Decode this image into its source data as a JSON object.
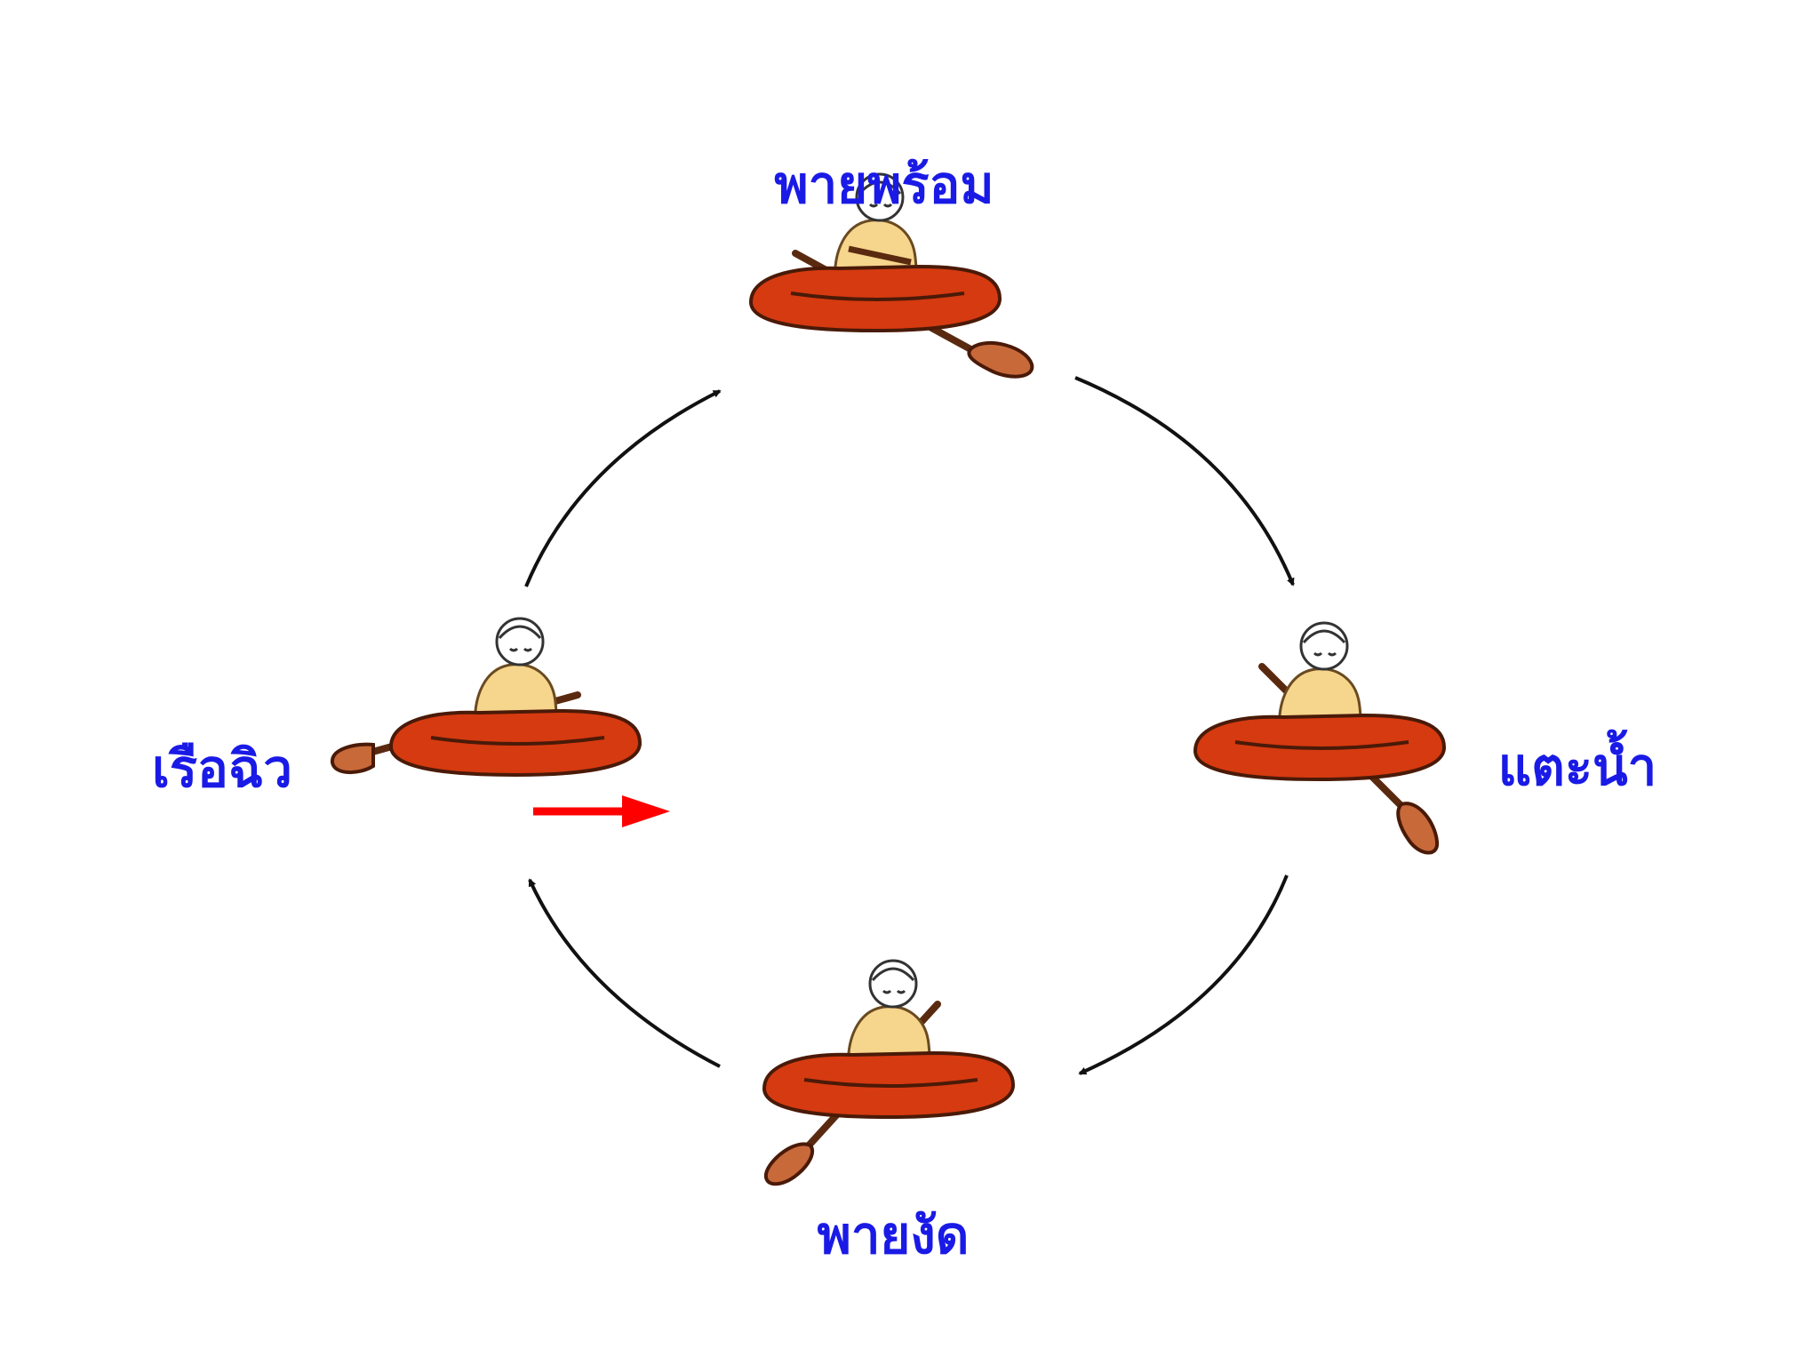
{
  "colors": {
    "label": "#1a1ae6",
    "boat": "#d63a10",
    "boat_outline": "#4a1a08",
    "paddle": "#c8693a",
    "paddler_body": "#f6d58c",
    "helmet": "#ffffff",
    "arc": "#111111",
    "direction_arrow": "#ff0000"
  },
  "stages": {
    "top": {
      "label": "พายพร้อม",
      "icon": "kayaker-paddle-forward-icon"
    },
    "right": {
      "label": "แตะน้ำ",
      "icon": "kayaker-catch-icon"
    },
    "bottom": {
      "label": "พายงัด",
      "icon": "kayaker-pull-icon"
    },
    "left": {
      "label": "เรือฉิว",
      "icon": "kayaker-glide-icon"
    }
  },
  "cycle_direction": "clockwise",
  "direction_indicator": {
    "icon": "forward-arrow-icon",
    "direction": "right"
  }
}
